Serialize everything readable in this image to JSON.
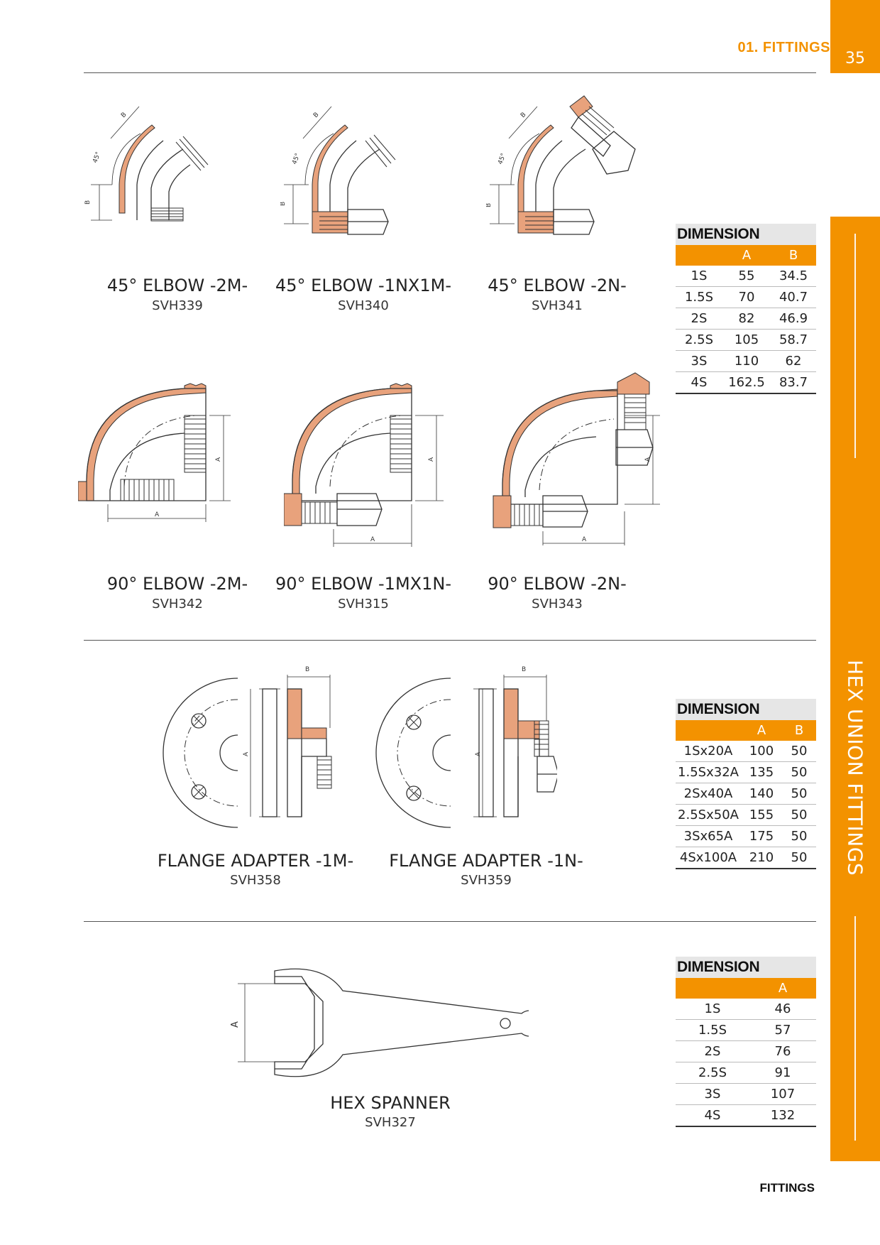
{
  "header": {
    "section_label": "01. FITTINGS",
    "page_number": "35"
  },
  "side_tab": {
    "label": "HEX UNION FITTINGS"
  },
  "footer": {
    "label": "FITTINGS"
  },
  "products": [
    {
      "title": "45° ELBOW -2M-",
      "code": "SVH339"
    },
    {
      "title": "45° ELBOW -1NX1M-",
      "code": "SVH340"
    },
    {
      "title": "45° ELBOW -2N-",
      "code": "SVH341"
    },
    {
      "title": "90° ELBOW -2M-",
      "code": "SVH342"
    },
    {
      "title": "90° ELBOW -1MX1N-",
      "code": "SVH315"
    },
    {
      "title": "90° ELBOW -2N-",
      "code": "SVH343"
    },
    {
      "title": "FLANGE ADAPTER -1M-",
      "code": "SVH358"
    },
    {
      "title": "FLANGE ADAPTER -1N-",
      "code": "SVH359"
    },
    {
      "title": "HEX SPANNER",
      "code": "SVH327"
    }
  ],
  "drawing_labels": {
    "a": "A",
    "b": "B",
    "angle": "45°"
  },
  "tables": [
    {
      "title": "DIMENSION",
      "columns": [
        "",
        "A",
        "B"
      ],
      "rows": [
        [
          "1S",
          "55",
          "34.5"
        ],
        [
          "1.5S",
          "70",
          "40.7"
        ],
        [
          "2S",
          "82",
          "46.9"
        ],
        [
          "2.5S",
          "105",
          "58.7"
        ],
        [
          "3S",
          "110",
          "62"
        ],
        [
          "4S",
          "162.5",
          "83.7"
        ]
      ]
    },
    {
      "title": "DIMENSION",
      "columns": [
        "",
        "A",
        "B"
      ],
      "rows": [
        [
          "1Sx20A",
          "100",
          "50"
        ],
        [
          "1.5Sx32A",
          "135",
          "50"
        ],
        [
          "2Sx40A",
          "140",
          "50"
        ],
        [
          "2.5Sx50A",
          "155",
          "50"
        ],
        [
          "3Sx65A",
          "175",
          "50"
        ],
        [
          "4Sx100A",
          "210",
          "50"
        ]
      ]
    },
    {
      "title": "DIMENSION",
      "columns": [
        "",
        "A"
      ],
      "rows": [
        [
          "1S",
          "46"
        ],
        [
          "1.5S",
          "57"
        ],
        [
          "2S",
          "76"
        ],
        [
          "2.5S",
          "91"
        ],
        [
          "3S",
          "107"
        ],
        [
          "4S",
          "132"
        ]
      ]
    }
  ],
  "colors": {
    "accent": "#f39200",
    "copper": "#e8a27c",
    "table_title_bg": "#e6e6e6"
  }
}
